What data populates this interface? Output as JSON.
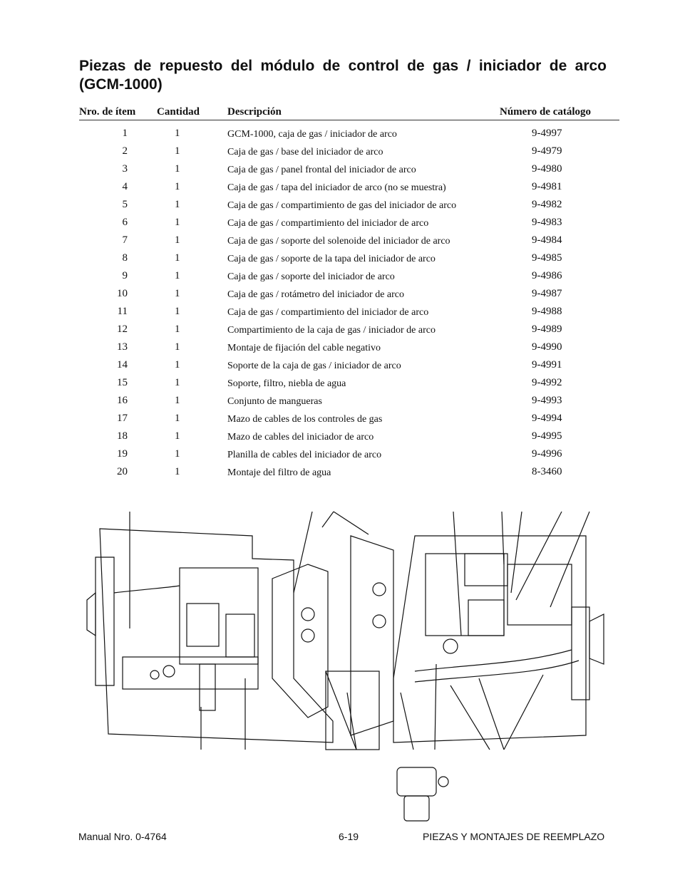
{
  "title": "Piezas de repuesto del módulo de control de gas / iniciador de arco (GCM-1000)",
  "table": {
    "headers": {
      "item": "Nro. de ítem",
      "qty": "Cantidad",
      "desc": "Descripción",
      "cat": "Número de catálogo"
    },
    "rows": [
      {
        "item": "1",
        "qty": "1",
        "desc": "GCM-1000, caja de gas / iniciador de arco",
        "cat": "9-4997"
      },
      {
        "item": "2",
        "qty": "1",
        "desc": "Caja de gas / base del iniciador de arco",
        "cat": "9-4979"
      },
      {
        "item": "3",
        "qty": "1",
        "desc": "Caja de gas / panel frontal del iniciador de arco",
        "cat": "9-4980"
      },
      {
        "item": "4",
        "qty": "1",
        "desc": "Caja de gas / tapa del iniciador de arco (no se muestra)",
        "cat": "9-4981"
      },
      {
        "item": "5",
        "qty": "1",
        "desc": "Caja de gas / compartimiento de gas del iniciador de arco",
        "cat": "9-4982"
      },
      {
        "item": "6",
        "qty": "1",
        "desc": "Caja de gas / compartimiento del iniciador de arco",
        "cat": "9-4983"
      },
      {
        "item": "7",
        "qty": "1",
        "desc": "Caja de gas / soporte del solenoide del iniciador de arco",
        "cat": "9-4984"
      },
      {
        "item": "8",
        "qty": "1",
        "desc": "Caja de gas / soporte de la tapa del iniciador de arco",
        "cat": "9-4985"
      },
      {
        "item": "9",
        "qty": "1",
        "desc": "Caja de gas / soporte del iniciador de arco",
        "cat": "9-4986"
      },
      {
        "item": "10",
        "qty": "1",
        "desc": "Caja de gas / rotámetro del iniciador de arco",
        "cat": "9-4987"
      },
      {
        "item": "11",
        "qty": "1",
        "desc": "Caja de gas / compartimiento del iniciador de arco",
        "cat": "9-4988"
      },
      {
        "item": "12",
        "qty": "1",
        "desc": "Compartimiento de la caja de gas / iniciador de arco",
        "cat": "9-4989"
      },
      {
        "item": "13",
        "qty": "1",
        "desc": "Montaje de fijación del cable negativo",
        "cat": "9-4990"
      },
      {
        "item": "14",
        "qty": "1",
        "desc": "Soporte de la caja de gas / iniciador de arco",
        "cat": "9-4991"
      },
      {
        "item": "15",
        "qty": "1",
        "desc": "Soporte, filtro, niebla de agua",
        "cat": "9-4992"
      },
      {
        "item": "16",
        "qty": "1",
        "desc": "Conjunto de mangueras",
        "cat": "9-4993"
      },
      {
        "item": "17",
        "qty": "1",
        "desc": "Mazo de cables de los controles de gas",
        "cat": "9-4994"
      },
      {
        "item": "18",
        "qty": "1",
        "desc": "Mazo de cables del iniciador de arco",
        "cat": "9-4995"
      },
      {
        "item": "19",
        "qty": "1",
        "desc": "Planilla de cables del iniciador de arco",
        "cat": "9-4996"
      },
      {
        "item": "20",
        "qty": "1",
        "desc": "Montaje del filtro de agua",
        "cat": "8-3460"
      }
    ]
  },
  "footer": {
    "manual": "Manual Nro. 0-4764",
    "page": "6-19",
    "section": "PIEZAS Y MONTAJES DE REEMPLAZO"
  }
}
